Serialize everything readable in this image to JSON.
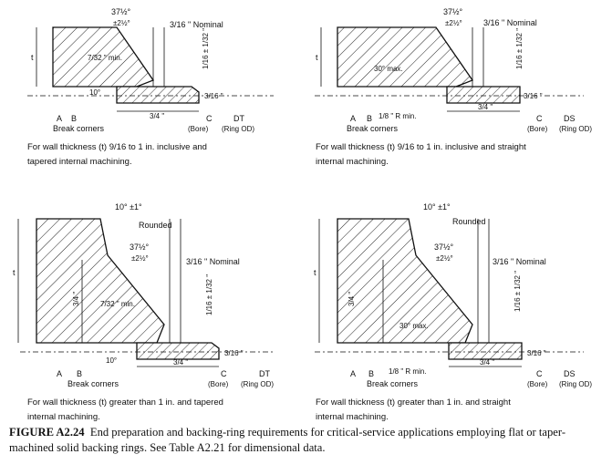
{
  "panels": [
    {
      "angle": "37½°",
      "angle_tol": "±2½°",
      "nominal": "3/16 \" Nominal",
      "root": "1/16 ± 1/32 \"",
      "ring_t": "3/16 \"",
      "width": "3/4 \"",
      "extra": "7/32 \" min.",
      "extra2": "10°",
      "labels": [
        "A",
        "B",
        "C",
        "DT"
      ],
      "bore": "(Bore)",
      "od": "(Ring OD)",
      "break": "Break corners",
      "t": "t",
      "caption1": "For wall thickness (t) 9/16 to 1 in. inclusive and",
      "caption2": "tapered internal machining."
    },
    {
      "angle": "37½°",
      "angle_tol": "±2½°",
      "nominal": "3/16 \" Nominal",
      "root": "1/16 ± 1/32 \"",
      "ring_t": "3/16 \"",
      "width": "3/4 \"",
      "extra": "30° max.",
      "extra2": "1/8 \" R min.",
      "labels": [
        "A",
        "B",
        "C",
        "DS"
      ],
      "bore": "(Bore)",
      "od": "(Ring OD)",
      "break": "Break corners",
      "t": "t",
      "caption1": "For wall thickness (t) 9/16 to 1 in. inclusive and straight",
      "caption2": "internal machining."
    },
    {
      "angle": "37½°",
      "angle_tol": "±2½°",
      "nominal": "3/16 \" Nominal",
      "root": "1/16 ± 1/32 \"",
      "ring_t": "3/16 \"",
      "width": "3/4 \"",
      "extra": "7/32 \" min.",
      "extra2": "10°",
      "top_angle": "10° ±1°",
      "rounded": "Rounded",
      "t34": "3/4 \"",
      "labels": [
        "A",
        "B",
        "C",
        "DT"
      ],
      "bore": "(Bore)",
      "od": "(Ring OD)",
      "break": "Break corners",
      "t": "t",
      "caption1": "For wall thickness (t) greater than 1 in. and tapered",
      "caption2": "internal machining."
    },
    {
      "angle": "37½°",
      "angle_tol": "±2½°",
      "nominal": "3/16 \" Nominal",
      "root": "1/16 ± 1/32 \"",
      "ring_t": "3/16 \"",
      "width": "3/4 \"",
      "extra": "30° max.",
      "extra2": "1/8 \" R min.",
      "top_angle": "10° ±1°",
      "rounded": "Rounded",
      "t34": "3/4 \"",
      "labels": [
        "A",
        "B",
        "C",
        "DS"
      ],
      "bore": "(Bore)",
      "od": "(Ring OD)",
      "break": "Break corners",
      "t": "t",
      "caption1": "For wall thickness (t) greater than 1 in. and straight",
      "caption2": "internal machining."
    }
  ],
  "caption": {
    "label": "FIGURE A2.24",
    "text": "End preparation and backing-ring requirements for critical-service applications employing flat or taper-machined solid backing rings. See Table A2.21 for dimensional data."
  }
}
